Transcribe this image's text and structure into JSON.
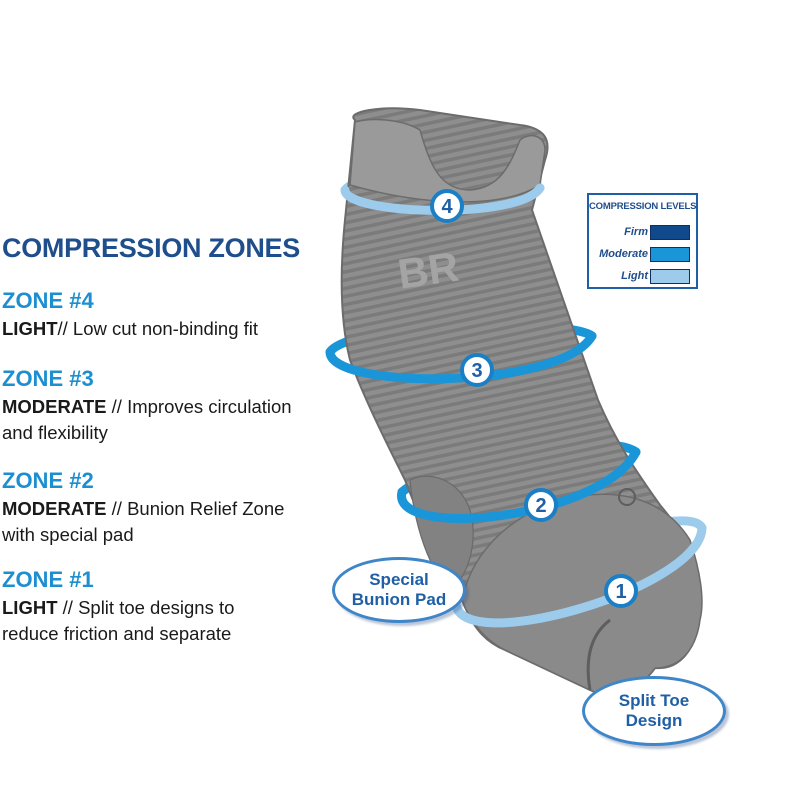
{
  "heading": "COMPRESSION ZONES",
  "zones": [
    {
      "title": "ZONE #4",
      "level": "LIGHT",
      "sep": "// ",
      "desc": "Low cut non-binding fit"
    },
    {
      "title": "ZONE #3",
      "level": "MODERATE",
      "sep": " // ",
      "desc": "Improves circulation",
      "desc2": "and flexibility"
    },
    {
      "title": "ZONE #2",
      "level": "MODERATE",
      "sep": " // ",
      "desc": "Bunion Relief Zone",
      "desc2": "with special pad"
    },
    {
      "title": "ZONE #1",
      "level": "LIGHT",
      "sep": " // ",
      "desc": "Split toe designs to",
      "desc2": "reduce friction and separate"
    }
  ],
  "legend": {
    "title": "COMPRESSION LEVELS",
    "levels": [
      {
        "label": "Firm",
        "color": "#114a8c"
      },
      {
        "label": "Moderate",
        "color": "#1a96d8"
      },
      {
        "label": "Light",
        "color": "#9ccbec"
      }
    ]
  },
  "ring_numbers": [
    "4",
    "3",
    "2",
    "1"
  ],
  "sock_text": "BR",
  "callouts": {
    "bunion_line1": "Special",
    "bunion_line2": "Bunion Pad",
    "toe_line1": "Split Toe",
    "toe_line2": "Design"
  },
  "colors": {
    "heading": "#1f4e8c",
    "zone_title": "#1d8fd1",
    "sock": "#8c8c8c",
    "ring_light": "#9ccbec",
    "ring_moderate": "#1a96d8"
  }
}
